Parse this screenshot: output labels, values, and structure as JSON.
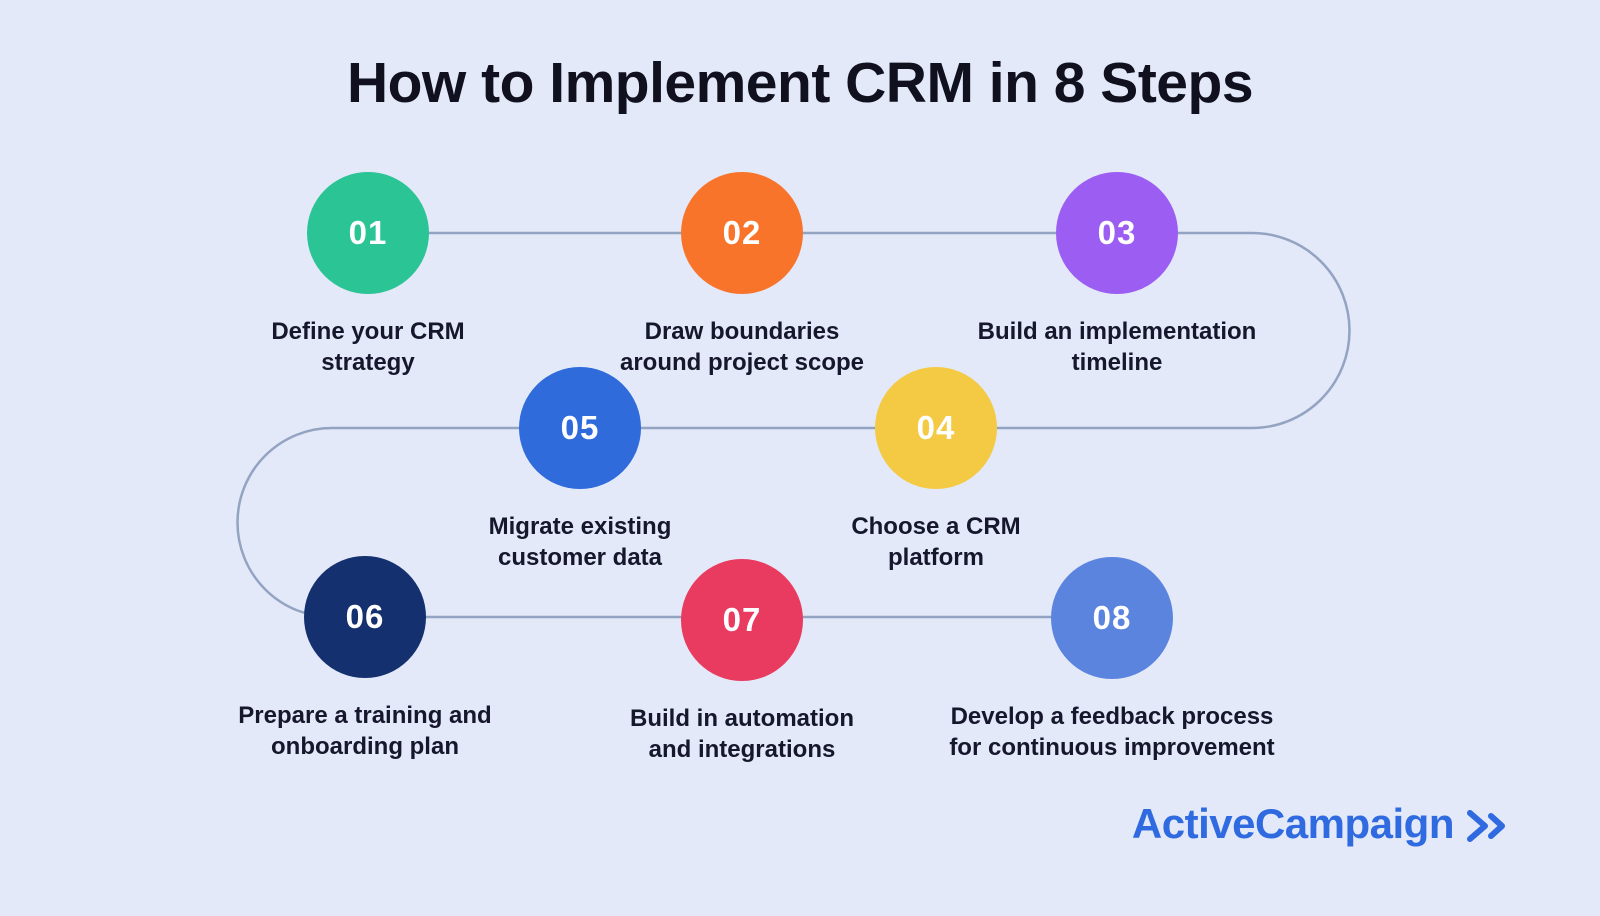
{
  "title": "How to Implement CRM in 8 Steps",
  "steps": [
    {
      "num": "01",
      "label": "Define your CRM\nstrategy",
      "color": "#2bc495"
    },
    {
      "num": "02",
      "label": "Draw boundaries\naround project scope",
      "color": "#f8742a"
    },
    {
      "num": "03",
      "label": "Build an implementation\ntimeline",
      "color": "#9c5df2"
    },
    {
      "num": "04",
      "label": "Choose a CRM\nplatform",
      "color": "#f4ca44"
    },
    {
      "num": "05",
      "label": "Migrate existing\ncustomer data",
      "color": "#2f6bdb"
    },
    {
      "num": "06",
      "label": "Prepare a training and\nonboarding plan",
      "color": "#15306e"
    },
    {
      "num": "07",
      "label": "Build in automation\nand integrations",
      "color": "#e93a60"
    },
    {
      "num": "08",
      "label": "Develop a feedback process\nfor continuous improvement",
      "color": "#5b84df"
    }
  ],
  "brand": {
    "name": "ActiveCampaign",
    "color": "#2f6ae0"
  },
  "colors": {
    "background": "#e3e9f8",
    "connector": "#93a3c2"
  }
}
